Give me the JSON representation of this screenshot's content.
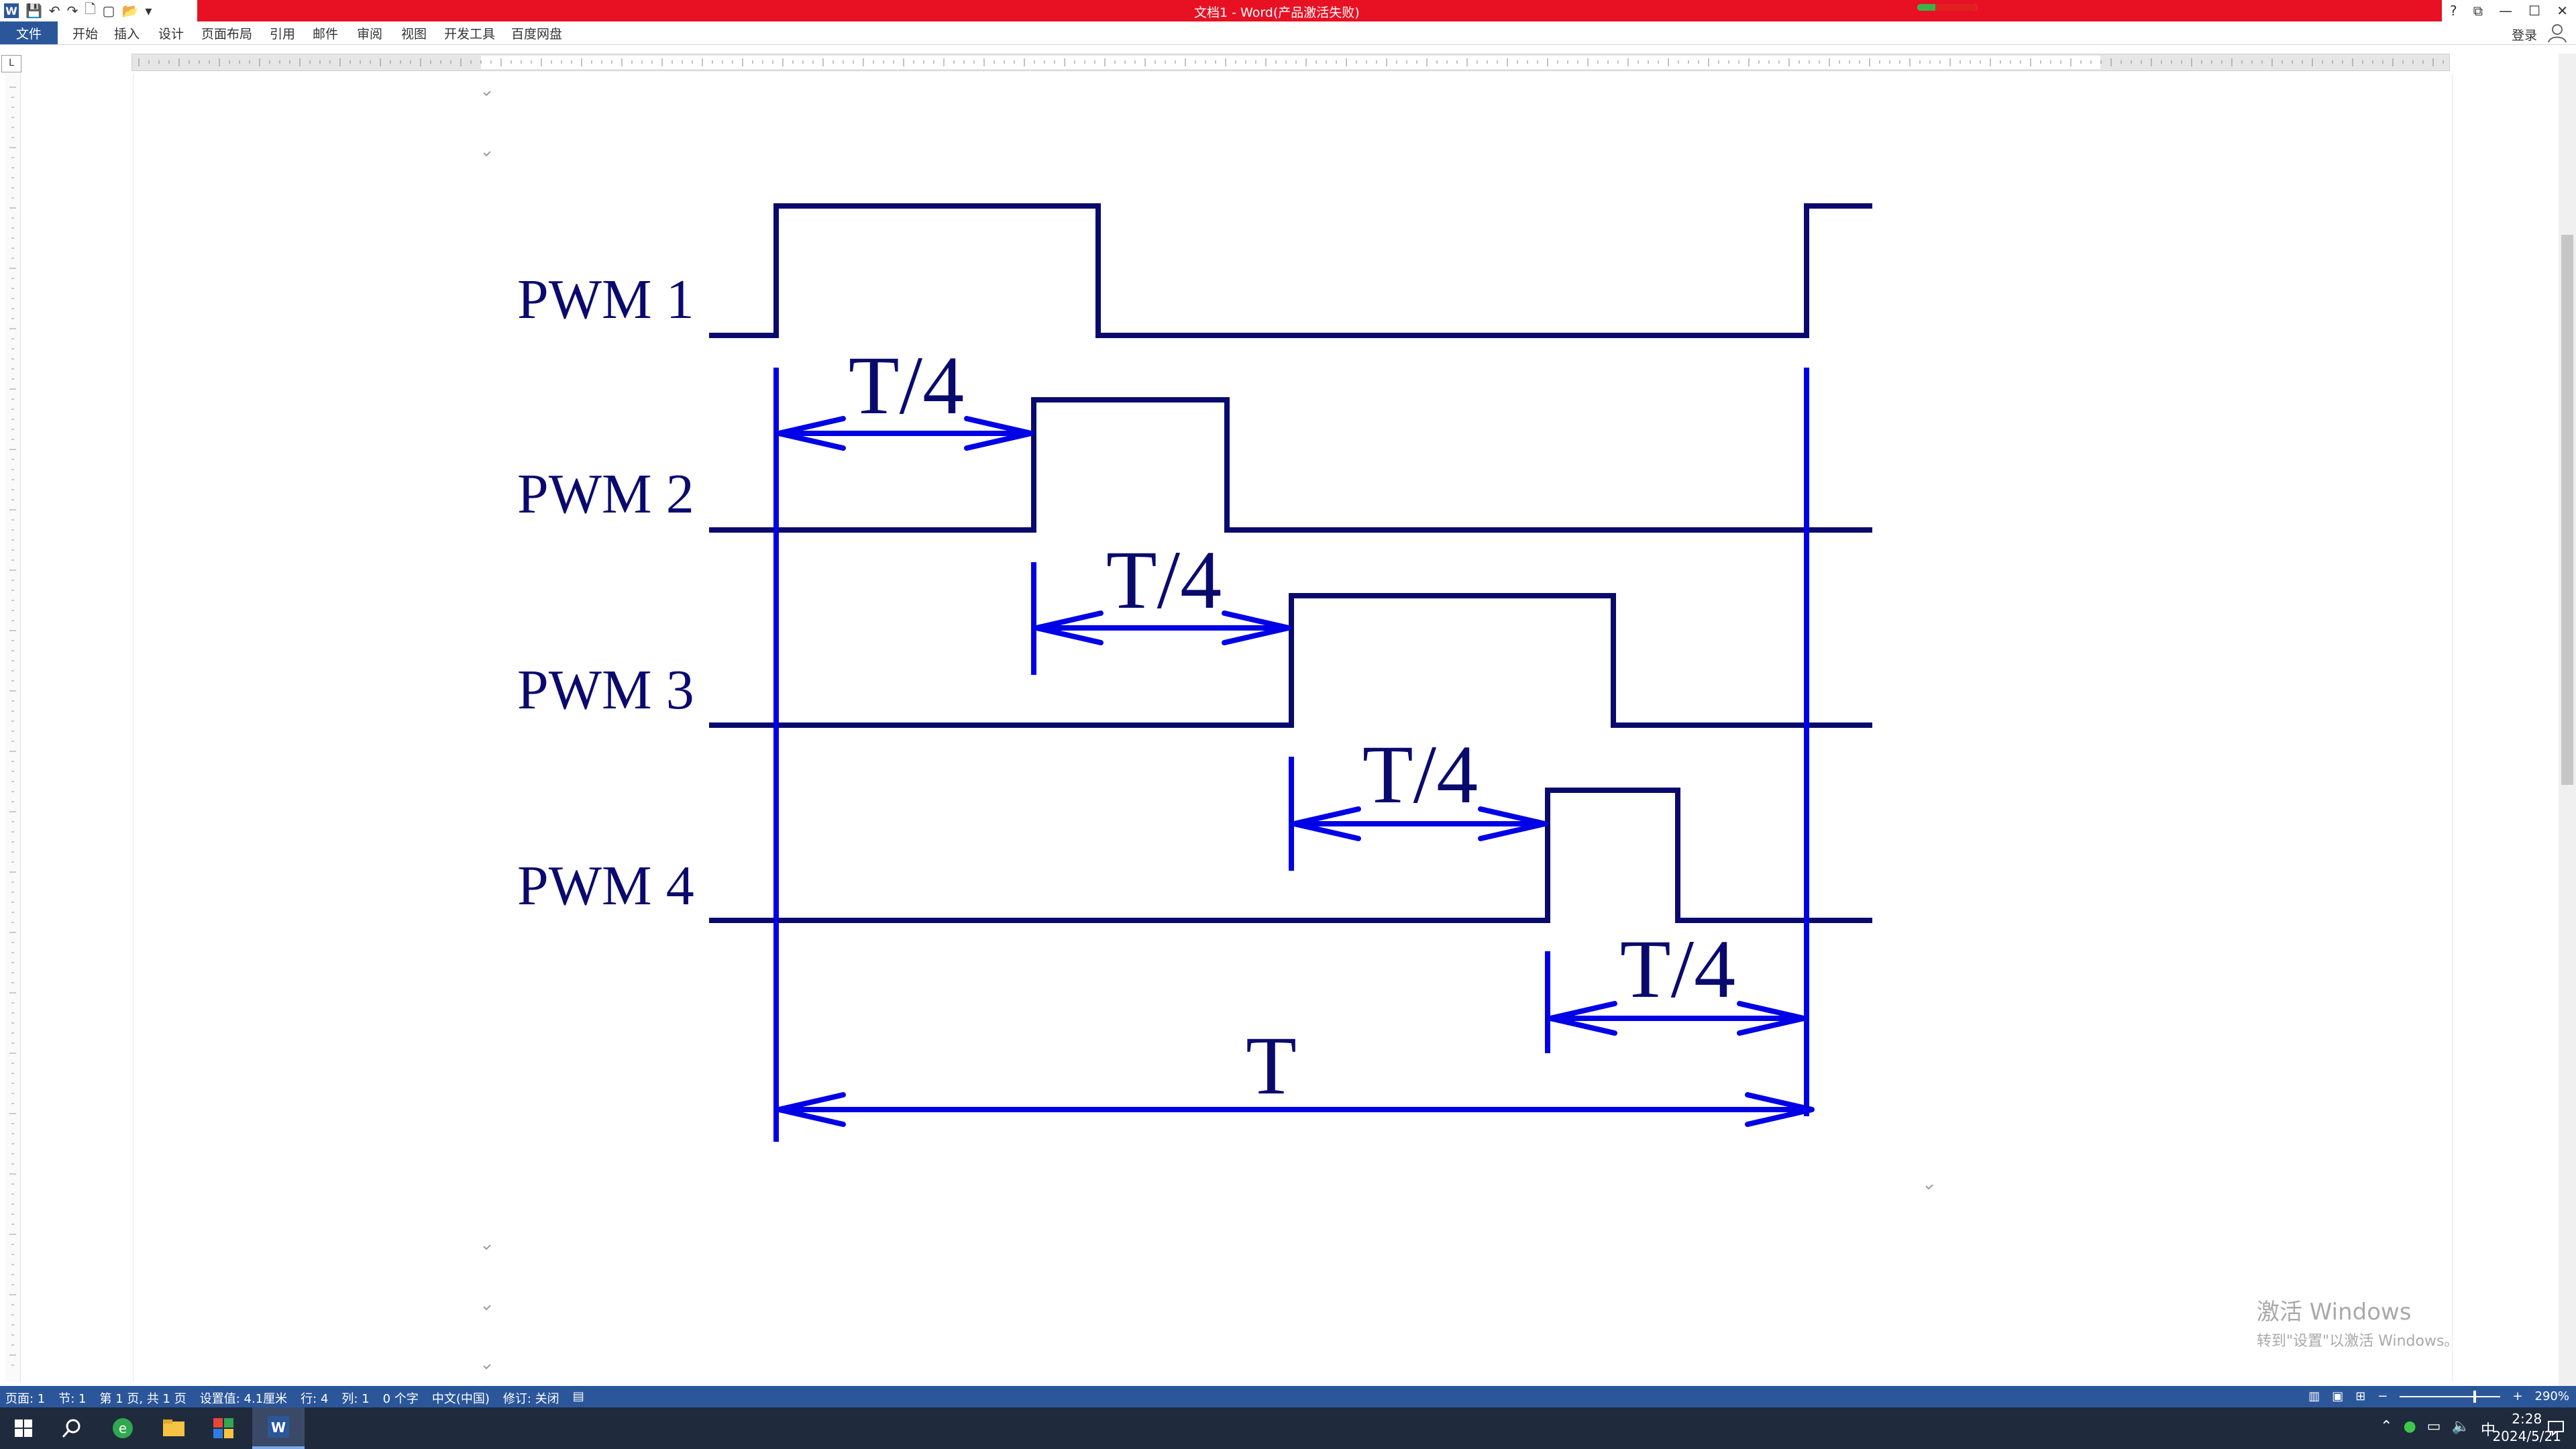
{
  "window": {
    "title": "文档1 - Word(产品激活失败)",
    "progress": 0.3,
    "controls": [
      "?",
      "⧉",
      "—",
      "☐",
      "✕"
    ],
    "colors": {
      "titlebar": "#e81123",
      "ribbon": "#2b579a"
    }
  },
  "menu": {
    "file": "文件",
    "tabs": [
      "开始",
      "插入",
      "设计",
      "页面布局",
      "引用",
      "邮件",
      "审阅",
      "视图",
      "开发工具",
      "百度网盘"
    ],
    "login": "登录"
  },
  "ruler": {
    "corner": "L"
  },
  "diagram": {
    "signals": [
      {
        "label": "PWM 1"
      },
      {
        "label": "PWM 2"
      },
      {
        "label": "PWM 3"
      },
      {
        "label": "PWM 4"
      }
    ],
    "quarter_label": "T/4",
    "period_label": "T",
    "colors": {
      "waveform": "#0a0a6e",
      "annotation": "#0000e6"
    }
  },
  "watermark": {
    "line1": "激活 Windows",
    "line2": "转到\"设置\"以激活 Windows。"
  },
  "status": {
    "items": [
      "页面: 1",
      "节: 1",
      "第 1 页, 共 1 页",
      "设置值: 4.1厘米",
      "行: 4",
      "列: 1",
      "0 个字",
      "中文(中国)",
      "修订: 关闭"
    ],
    "zoom": "290%"
  },
  "taskbar": {
    "time": "2:28",
    "date": "2024/5/21",
    "ime": "中"
  }
}
